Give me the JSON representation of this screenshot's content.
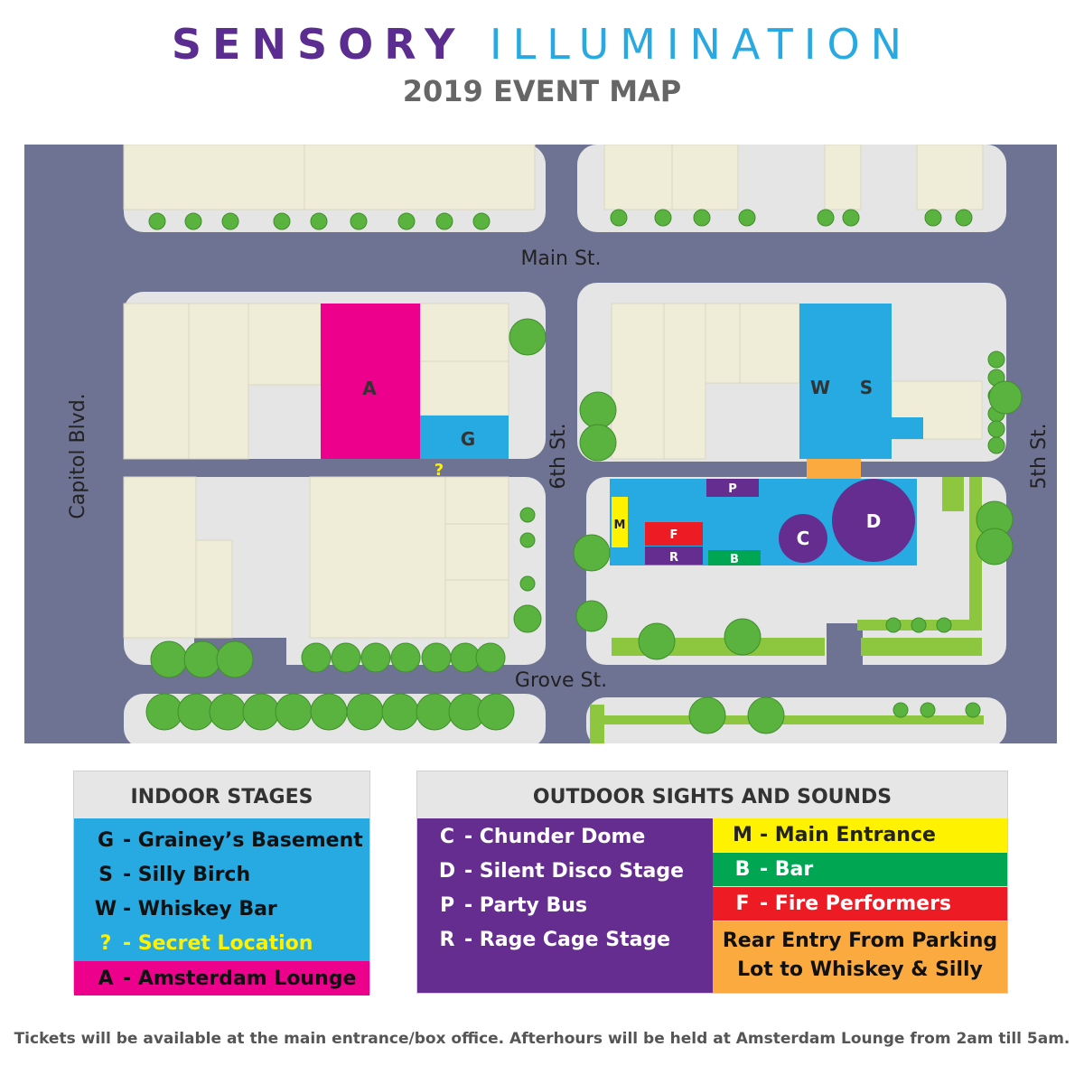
{
  "title": {
    "part1": "SENSORY",
    "part2": "ILLUMINATION",
    "subtitle": "2019 EVENT MAP"
  },
  "streets": {
    "main": "Main St.",
    "grove": "Grove St.",
    "capitol": "Capitol Blvd.",
    "sixth": "6th St.",
    "fifth": "5th St."
  },
  "markers": {
    "A": "A",
    "G": "G",
    "W": "W",
    "S": "S",
    "secret": "?",
    "P": "P",
    "M": "M",
    "F": "F",
    "R": "R",
    "B": "B",
    "C": "C",
    "D": "D"
  },
  "colors": {
    "road": "#6e7293",
    "sidewalk": "#e5e5e5",
    "building": "#efedd8",
    "blue": "#27a9e1",
    "pink": "#ec008c",
    "purple": "#662d91",
    "yellow": "#fff200",
    "green": "#00a651",
    "red": "#ed1c24",
    "orange": "#fbaa3f",
    "lawn": "#8dc63f"
  },
  "legend": {
    "indoor": {
      "heading": "INDOOR STAGES",
      "items": [
        {
          "key": "G",
          "label": "- Grainey’s Basement"
        },
        {
          "key": "S",
          "label": "- Silly Birch"
        },
        {
          "key": "W",
          "label": "- Whiskey Bar"
        },
        {
          "key": "?",
          "label": "- Secret Location"
        }
      ],
      "amsterdam": {
        "key": "A",
        "label": "- Amsterdam Lounge"
      }
    },
    "outdoor": {
      "heading": "OUTDOOR SIGHTS AND SOUNDS",
      "left": [
        {
          "key": "C",
          "label": "- Chunder Dome"
        },
        {
          "key": "D",
          "label": "- Silent Disco Stage"
        },
        {
          "key": "P",
          "label": "- Party Bus"
        },
        {
          "key": "R",
          "label": "- Rage Cage Stage"
        }
      ],
      "right": [
        {
          "key": "M",
          "label": "- Main Entrance"
        },
        {
          "key": "B",
          "label": "- Bar"
        },
        {
          "key": "F",
          "label": "- Fire Performers"
        }
      ],
      "rear_line1": "Rear Entry From Parking",
      "rear_line2": "Lot to Whiskey & Silly"
    }
  },
  "footer": "Tickets will be available at the main entrance/box office. Afterhours will be held at Amsterdam Lounge from 2am till 5am."
}
